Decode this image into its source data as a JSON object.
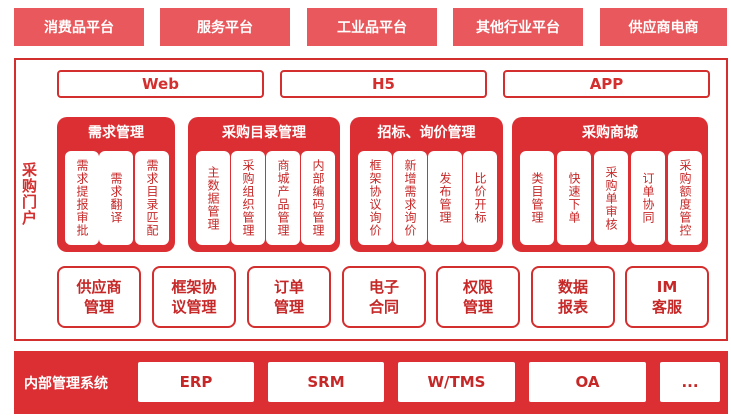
{
  "platforms": [
    "消费品平台",
    "服务平台",
    "工业品平台",
    "其他行业平台",
    "供应商电商"
  ],
  "portal_label": "采购门户",
  "channels": [
    "Web",
    "H5",
    "APP"
  ],
  "groups": [
    {
      "title": "需求管理",
      "items": [
        "需求提报审批",
        "需求翻译",
        "需求目录匹配"
      ]
    },
    {
      "title": "采购目录管理",
      "items": [
        "主数据管理",
        "采购组织管理",
        "商城产品管理",
        "内部编码管理"
      ]
    },
    {
      "title": "招标、询价管理",
      "items": [
        "框架协议询价",
        "新增需求询价",
        "发布管理",
        "比价开标"
      ]
    },
    {
      "title": "采购商城",
      "items": [
        "类目管理",
        "快速下单",
        "采购单审核",
        "订单协同",
        "采购额度管控"
      ]
    }
  ],
  "modules": [
    "供应商\n管理",
    "框架协\n议管理",
    "订单\n管理",
    "电子\n合同",
    "权限\n管理",
    "数据\n报表",
    "IM\n客服"
  ],
  "internal": {
    "label": "内部管理系统",
    "systems": [
      "ERP",
      "SRM",
      "W/TMS",
      "OA",
      "..."
    ]
  },
  "colors": {
    "primary": "#db2f33",
    "platform": "#e8585c",
    "text": "#c62828",
    "background": "#ffffff"
  }
}
